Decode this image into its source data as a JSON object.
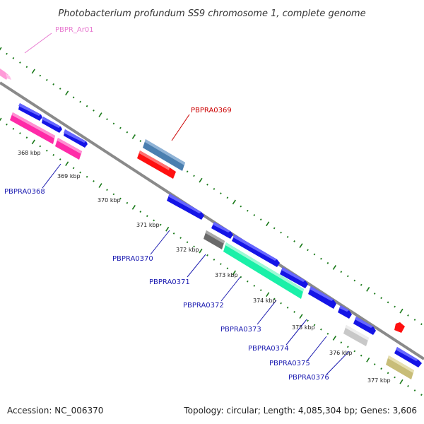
{
  "title": "Photobacterium profundum SS9 chromosome 1, complete genome",
  "footer": {
    "accession": "Accession: NC_006370",
    "topology": "Topology: circular; Length: 4,085,304 bp; Genes: 3,606"
  },
  "colors": {
    "backbone": "#8a8a8a",
    "tick_major": "#1a7a1a",
    "tick_minor": "#1a7a1a",
    "label_forward": "#1a1ab0",
    "label_reverse": "#cc0000",
    "label_rna": "#e87ad0",
    "gene_blue": "#1414e6",
    "gene_pink": "#ff2aa8",
    "gene_red": "#ff1010",
    "gene_steel": "#4a7fb0",
    "gene_grey": "#6a6a6a",
    "gene_aqua": "#1af0a8",
    "gene_silver": "#c8c8c8",
    "gene_khaki": "#c8bd78"
  },
  "kbp_ticks": [
    "368 kbp",
    "369 kbp",
    "370 kbp",
    "371 kbp",
    "372 kbp",
    "373 kbp",
    "374 kbp",
    "375 kbp",
    "376 kbp",
    "377 kbp"
  ],
  "gene_labels": [
    {
      "id": "rna",
      "text": "PBPR_Ar01",
      "color": "label_rna"
    },
    {
      "id": "g0369",
      "text": "PBPRA0369",
      "color": "label_reverse"
    },
    {
      "id": "g0368",
      "text": "PBPRA0368",
      "color": "label_forward"
    },
    {
      "id": "g0370",
      "text": "PBPRA0370",
      "color": "label_forward"
    },
    {
      "id": "g0371",
      "text": "PBPRA0371",
      "color": "label_forward"
    },
    {
      "id": "g0372",
      "text": "PBPRA0372",
      "color": "label_forward"
    },
    {
      "id": "g0373",
      "text": "PBPRA0373",
      "color": "label_forward"
    },
    {
      "id": "g0374",
      "text": "PBPRA0374",
      "color": "label_forward"
    },
    {
      "id": "g0375",
      "text": "PBPRA0375",
      "color": "label_forward"
    },
    {
      "id": "g0376",
      "text": "PBPRA0376",
      "color": "label_forward"
    }
  ]
}
